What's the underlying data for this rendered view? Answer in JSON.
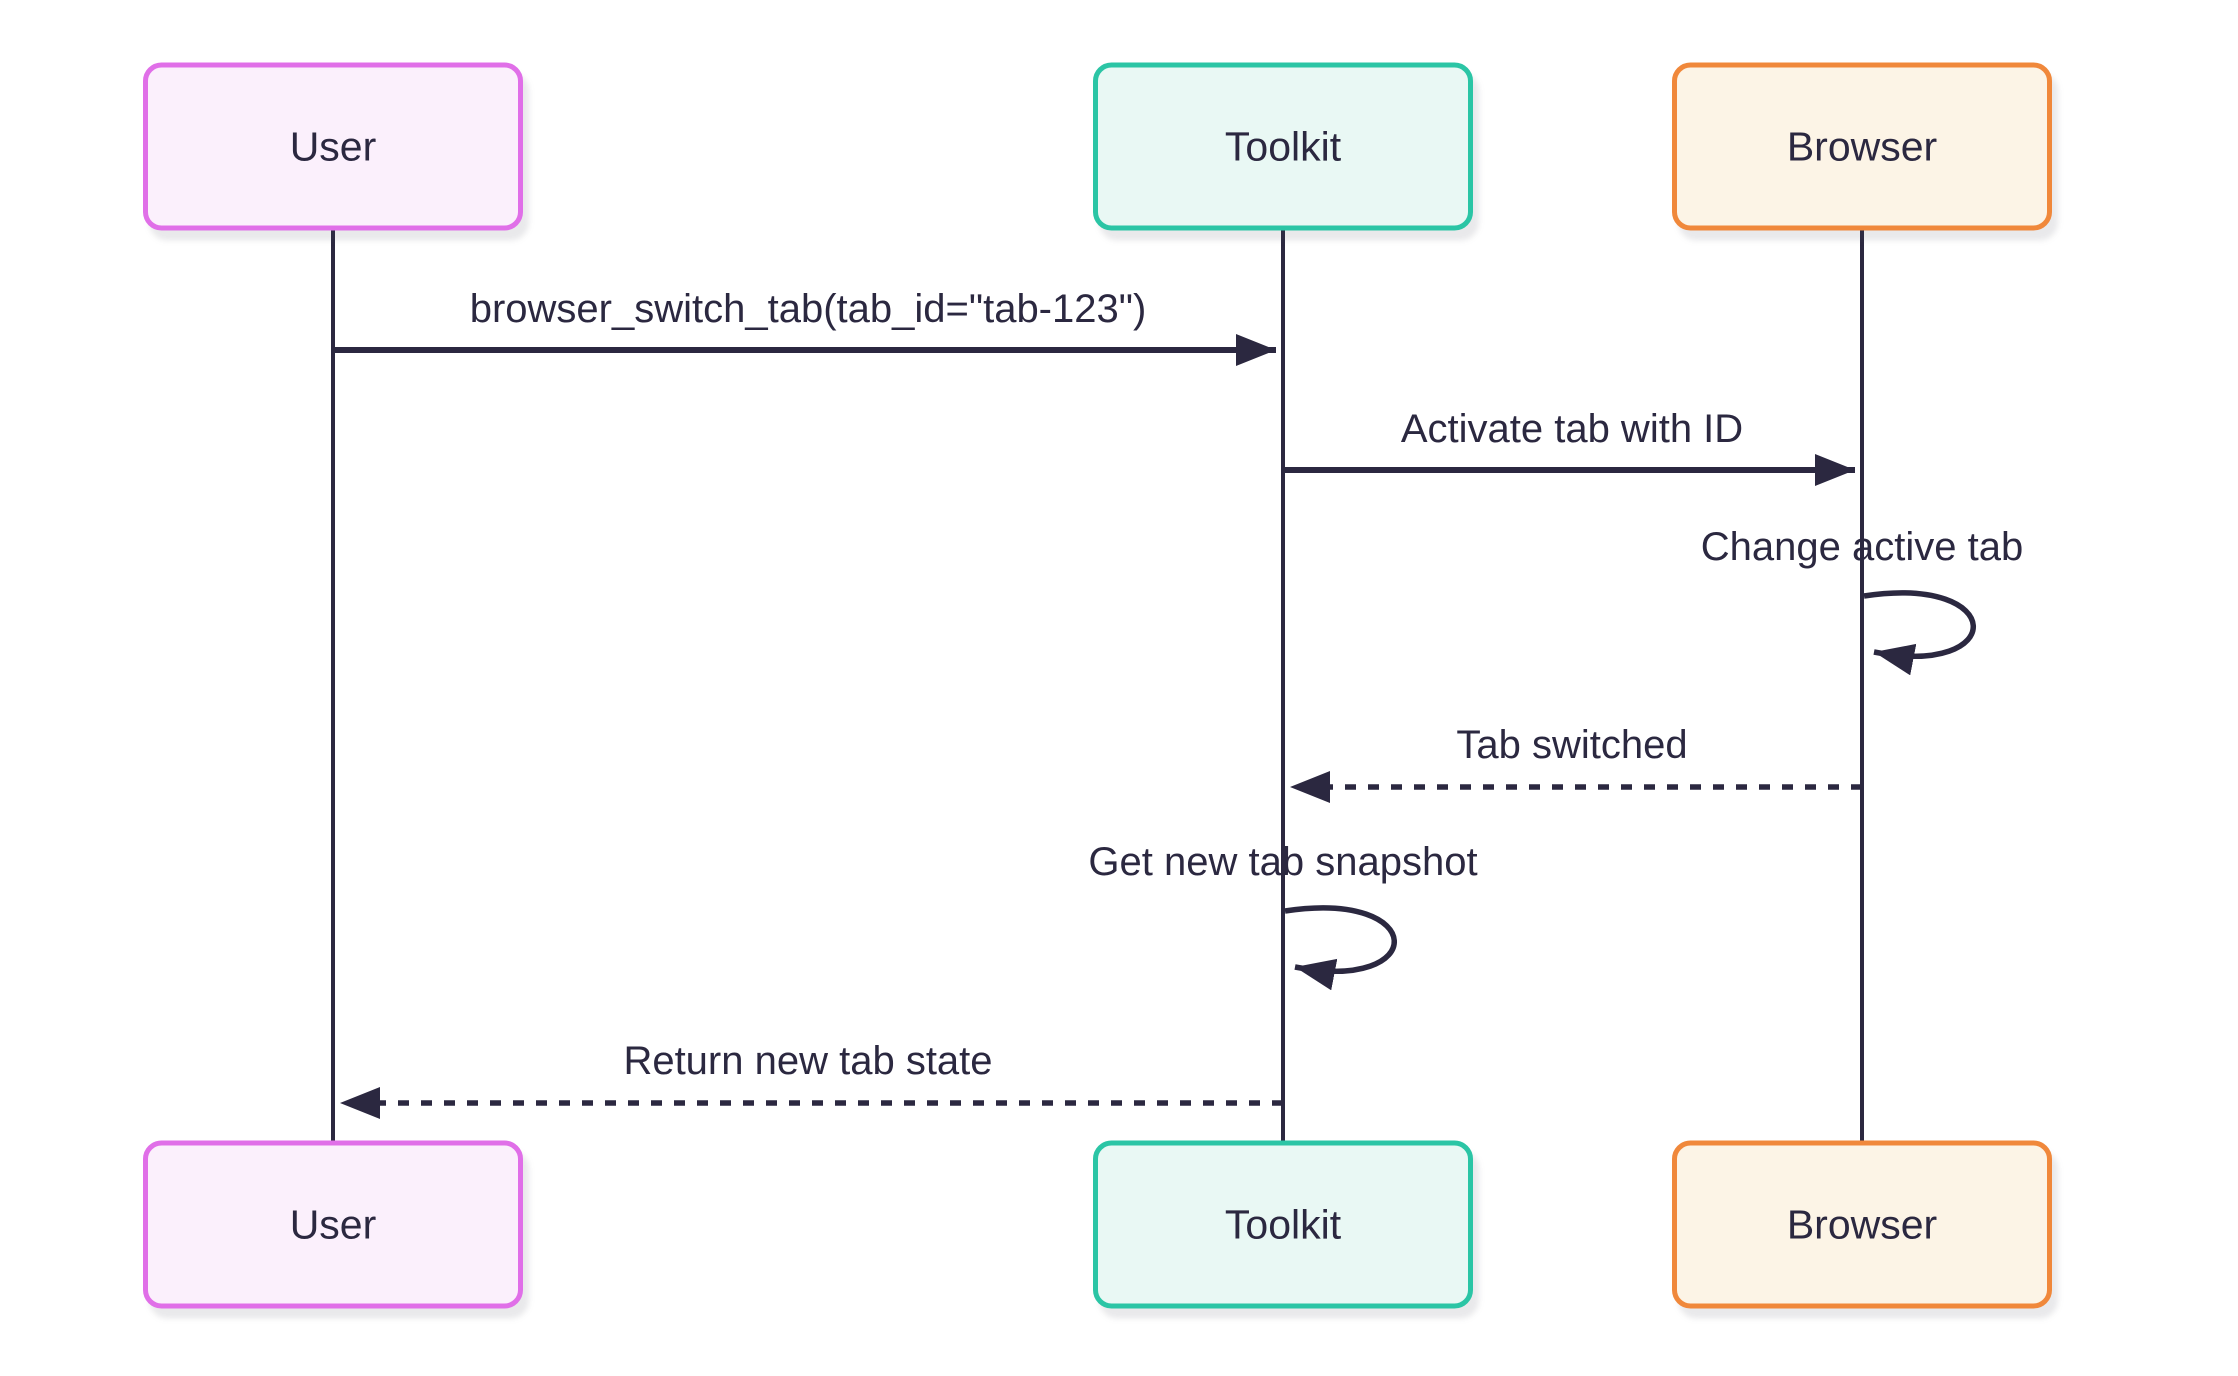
{
  "diagram": {
    "type": "sequence",
    "background": "#ffffff",
    "line_color": "#2b2840",
    "text_color": "#2b2840",
    "actors": [
      {
        "id": "user",
        "label": "User",
        "border_color": "#e06fe8",
        "fill_color": "#fbf0fc"
      },
      {
        "id": "toolkit",
        "label": "Toolkit",
        "border_color": "#2bc5a5",
        "fill_color": "#e9f8f4"
      },
      {
        "id": "browser",
        "label": "Browser",
        "border_color": "#f0883b",
        "fill_color": "#fcf4e6"
      }
    ],
    "messages": [
      {
        "from": "User",
        "to": "Toolkit",
        "label": "browser_switch_tab(tab_id=\"tab-123\")",
        "arrow": "solid"
      },
      {
        "from": "Toolkit",
        "to": "Browser",
        "label": "Activate tab with ID",
        "arrow": "solid"
      },
      {
        "from": "Browser",
        "to": "Browser",
        "label": "Change active tab",
        "arrow": "self"
      },
      {
        "from": "Browser",
        "to": "Toolkit",
        "label": "Tab switched",
        "arrow": "dashed"
      },
      {
        "from": "Toolkit",
        "to": "Toolkit",
        "label": "Get new tab snapshot",
        "arrow": "self"
      },
      {
        "from": "Toolkit",
        "to": "User",
        "label": "Return new tab state",
        "arrow": "dashed"
      }
    ]
  }
}
